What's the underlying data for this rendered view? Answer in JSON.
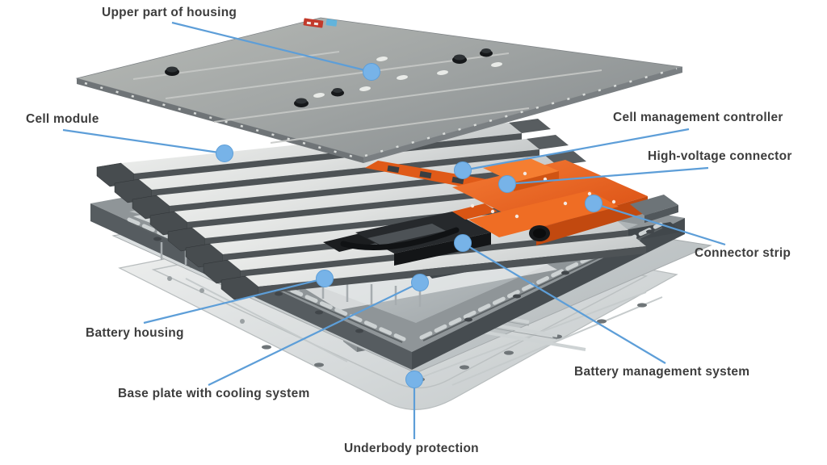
{
  "diagram": {
    "type": "exploded-view-illustration",
    "labels": {
      "upper_housing": "Upper part of housing",
      "cell_module": "Cell module",
      "cell_management_controller": "Cell management controller",
      "high_voltage_connector": "High-voltage connector",
      "connector_strip": "Connector strip",
      "battery_housing": "Battery housing",
      "base_plate_cooling": "Base plate with cooling system",
      "battery_management_system": "Battery management system",
      "underbody_protection": "Underbody protection"
    },
    "colors": {
      "background": "#ffffff",
      "leader_line": "#5d9ed8",
      "marker_dot": "#77b3e8",
      "label_text": "#3d3d3d",
      "component_orange": "#e8611f"
    }
  }
}
